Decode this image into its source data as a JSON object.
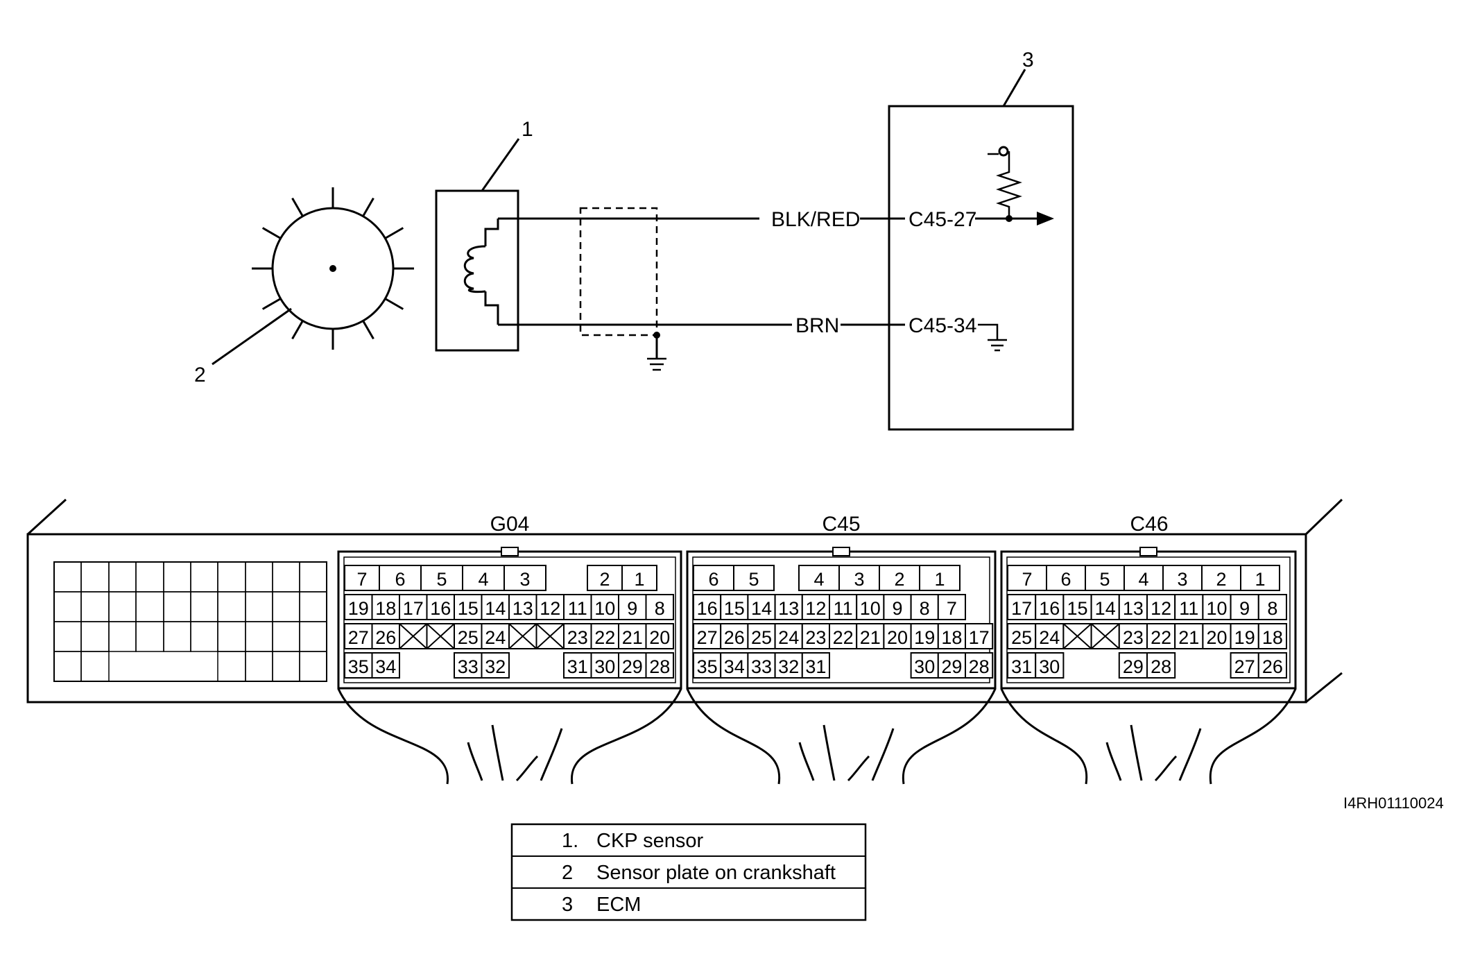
{
  "callouts": {
    "c1": "1",
    "c2": "2",
    "c3": "3"
  },
  "wires": {
    "top_color": "BLK/RED",
    "top_pin": "C45-27",
    "bottom_color": "BRN",
    "bottom_pin": "C45-34"
  },
  "connectors": {
    "g04": {
      "title": "G04",
      "rows": [
        [
          "7",
          "6",
          "5",
          "4",
          "3",
          "",
          "2",
          "1"
        ],
        [
          "19",
          "18",
          "17",
          "16",
          "15",
          "14",
          "13",
          "12",
          "11",
          "10",
          "9",
          "8"
        ],
        [
          "27",
          "26",
          "X",
          "X",
          "25",
          "24",
          "X",
          "X",
          "23",
          "22",
          "21",
          "20"
        ],
        [
          "35",
          "34",
          "",
          "",
          "33",
          "32",
          "",
          "",
          "31",
          "30",
          "29",
          "28"
        ]
      ]
    },
    "c45": {
      "title": "C45",
      "rows": [
        [
          "6",
          "5",
          "",
          "4",
          "3",
          "2",
          "1"
        ],
        [
          "16",
          "15",
          "14",
          "13",
          "12",
          "11",
          "10",
          "9",
          "8",
          "7"
        ],
        [
          "27",
          "26",
          "25",
          "24",
          "23",
          "22",
          "21",
          "20",
          "19",
          "18",
          "17"
        ],
        [
          "35",
          "34",
          "33",
          "32",
          "31",
          "",
          "",
          "",
          "30",
          "29",
          "28"
        ]
      ]
    },
    "c46": {
      "title": "C46",
      "rows": [
        [
          "7",
          "6",
          "5",
          "4",
          "3",
          "2",
          "1"
        ],
        [
          "17",
          "16",
          "15",
          "14",
          "13",
          "12",
          "11",
          "10",
          "9",
          "8"
        ],
        [
          "25",
          "24",
          "X",
          "X",
          "23",
          "22",
          "21",
          "20",
          "19",
          "18"
        ],
        [
          "31",
          "30",
          "",
          "",
          "29",
          "28",
          "",
          "",
          "27",
          "26"
        ]
      ]
    }
  },
  "figure_code": "I4RH01110024",
  "legend": [
    {
      "num": "1.",
      "text": "CKP sensor"
    },
    {
      "num": "2",
      "text": "Sensor plate on crankshaft"
    },
    {
      "num": "3",
      "text": "ECM"
    }
  ]
}
